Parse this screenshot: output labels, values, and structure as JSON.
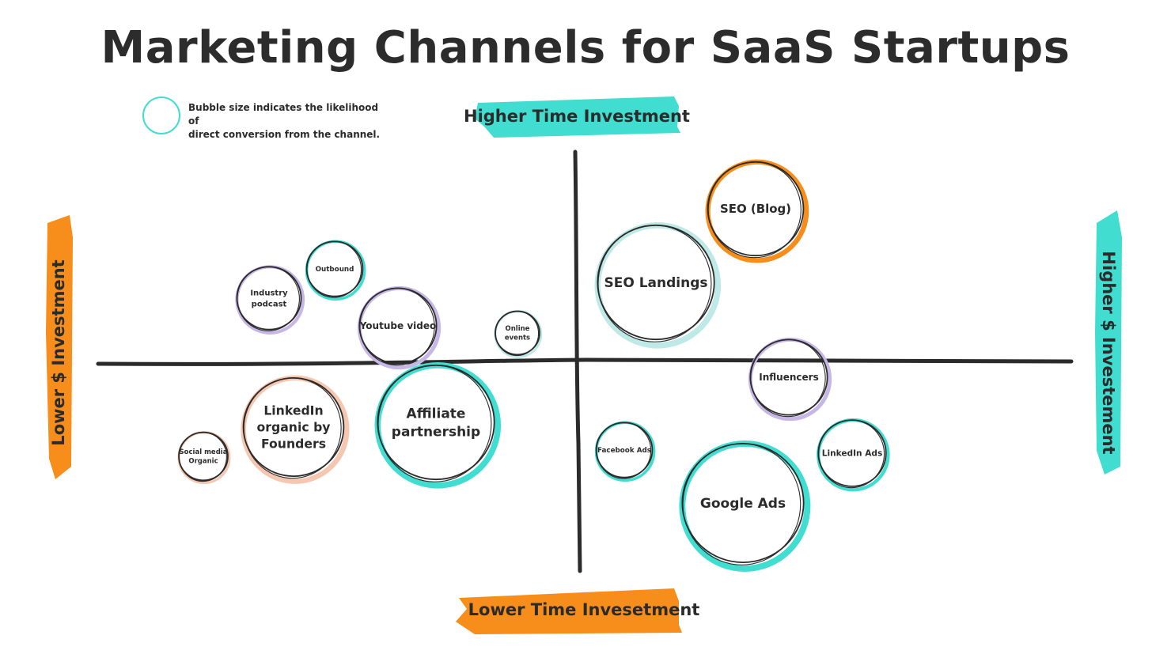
{
  "title": "Marketing Channels for SaaS Startups",
  "legend": {
    "line1": "Bubble size indicates the likelihood of",
    "line2": "direct conversion from the channel."
  },
  "colors": {
    "teal": "#41ddd0",
    "orange": "#f78d1a",
    "lavender": "#c7b7e6",
    "peach": "#f5c7b0",
    "ink": "#2b2b2b"
  },
  "chart_data": {
    "type": "scatter",
    "title": "Marketing Channels for SaaS Startups",
    "x_axis": {
      "low": "Lower $ Investment",
      "high": "Higher $ Investement"
    },
    "y_axis": {
      "low": "Lower Time Invesetment",
      "high": "Higher Time Investment"
    },
    "bubble_size_meaning": "Bubble size indicates the likelihood of direct conversion from the channel.",
    "points": [
      {
        "label": [
          "SEO (Blog)"
        ],
        "color": "orange",
        "size": 0.82
      },
      {
        "label": [
          "SEO Landings"
        ],
        "color": "lightteal",
        "size": 1.0
      },
      {
        "label": [
          "Outbound"
        ],
        "color": "teal",
        "size": 0.48
      },
      {
        "label": [
          "Industry",
          "podcast"
        ],
        "color": "lavender",
        "size": 0.55
      },
      {
        "label": [
          "Youtube video"
        ],
        "color": "lavender",
        "size": 0.66
      },
      {
        "label": [
          "Online",
          "events"
        ],
        "color": "lightteal",
        "size": 0.38
      },
      {
        "label": [
          "Influencers"
        ],
        "color": "lavender",
        "size": 0.66
      },
      {
        "label": [
          "LinkedIn",
          "organic by",
          "Founders"
        ],
        "color": "peach",
        "size": 0.86
      },
      {
        "label": [
          "Affiliate",
          "partnership"
        ],
        "color": "teal",
        "size": 1.0
      },
      {
        "label": [
          "Social media",
          "Organic"
        ],
        "color": "peach",
        "size": 0.42
      },
      {
        "label": [
          "Facebook Ads"
        ],
        "color": "teal",
        "size": 0.48
      },
      {
        "label": [
          "Google Ads"
        ],
        "color": "teal",
        "size": 1.04
      },
      {
        "label": [
          "LinkedIn Ads"
        ],
        "color": "teal",
        "size": 0.58
      }
    ]
  }
}
